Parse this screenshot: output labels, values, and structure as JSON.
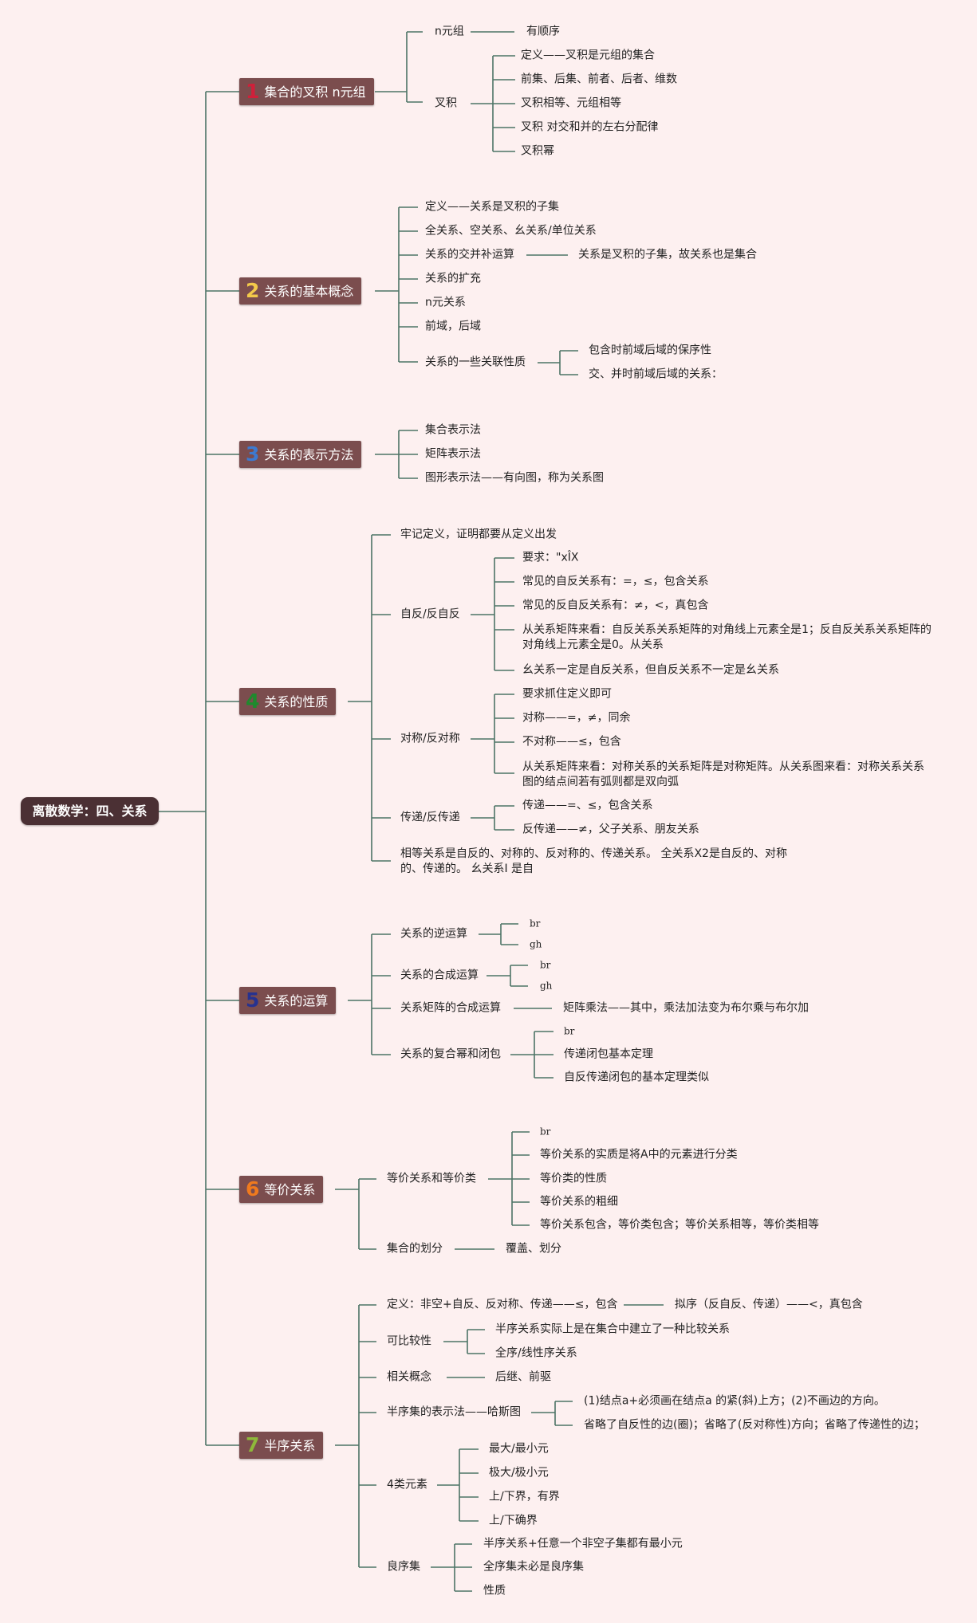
{
  "root": "离散数学：四、关系",
  "topics": [
    {
      "num": "1",
      "color": "#d0203a",
      "label": "集合的叉积 n元组"
    },
    {
      "num": "2",
      "color": "#f3c94a",
      "label": "关系的基本概念"
    },
    {
      "num": "3",
      "color": "#3d7ad1",
      "label": "关系的表示方法"
    },
    {
      "num": "4",
      "color": "#1e8a2d",
      "label": "关系的性质"
    },
    {
      "num": "5",
      "color": "#27328f",
      "label": "关系的运算"
    },
    {
      "num": "6",
      "color": "#f07a1e",
      "label": "等价关系"
    },
    {
      "num": "7",
      "color": "#8eb83a",
      "label": "半序关系"
    }
  ],
  "labels": {
    "l1": "n元组",
    "l2": "有顺序",
    "l3": "叉积",
    "l4": "定义——叉积是元组的集合",
    "l5": "前集、后集、前者、后者、维数",
    "l6": "叉积相等、元组相等",
    "l7": "叉积 对交和并的左右分配律",
    "l8": "叉积幂",
    "l9": "定义——关系是叉积的子集",
    "l10": "全关系、空关系、幺关系/单位关系",
    "l11": "关系的交并补运算",
    "l12": "关系是叉积的子集，故关系也是集合",
    "l13": "关系的扩充",
    "l14": "n元关系",
    "l15": "前域，后域",
    "l16": "关系的一些关联性质",
    "l17": "包含时前域后域的保序性",
    "l18": "交、并时前域后域的关系：",
    "l19": "集合表示法",
    "l20": "矩阵表示法",
    "l21": "图形表示法——有向图，称为关系图",
    "l22": "牢记定义，证明都要从定义出发",
    "l23": "自反/反自反",
    "l24": "要求：\"xÎX",
    "l25": "常见的自反关系有：=，≤，包含关系",
    "l26": "常见的反自反关系有：≠，<，真包含",
    "l27": "从关系矩阵来看：自反关系关系矩阵的对角线上元素全是1；反自反关系关系矩阵的对角线上元素全是0。从关系",
    "l28": "幺关系一定是自反关系，但自反关系不一定是幺关系",
    "l29": "对称/反对称",
    "l30": "要求抓住定义即可",
    "l31": "对称——=，≠，同余",
    "l32": "不对称——≤，包含",
    "l33": "从关系矩阵来看：对称关系的关系矩阵是对称矩阵。从关系图来看：对称关系关系图的结点间若有弧则都是双向弧",
    "l34": "传递/反传递",
    "l35": "传递——=、≤，包含关系",
    "l36": "反传递——≠，父子关系、朋友关系",
    "l37": "相等关系是自反的、对称的、反对称的、传递关系。 全关系X2是自反的、对称的、传递的。 幺关系I 是自",
    "l38": "关系的逆运算",
    "l39": "br",
    "l40": "gh",
    "l41": "关系的合成运算",
    "l42": "br",
    "l43": "gh",
    "l44": "关系矩阵的合成运算",
    "l45": "矩阵乘法——其中，乘法加法变为布尔乘与布尔加",
    "l46": "关系的复合幂和闭包",
    "l47": "br",
    "l48": "传递闭包基本定理",
    "l49": "自反传递闭包的基本定理类似",
    "l50": "等价关系和等价类",
    "l51": "br",
    "l52": "等价关系的实质是将A中的元素进行分类",
    "l53": "等价类的性质",
    "l54": "等价关系的粗细",
    "l55": "等价关系包含，等价类包含；等价关系相等，等价类相等",
    "l56": "集合的划分",
    "l57": "覆盖、划分",
    "l58": "定义：非空+自反、反对称、传递——≤，包含",
    "l59": "拟序（反自反、传递）——<，真包含",
    "l60": "可比较性",
    "l61": "半序关系实际上是在集合中建立了一种比较关系",
    "l62": "全序/线性序关系",
    "l63": "相关概念",
    "l64": "后继、前驱",
    "l65": "半序集的表示法——哈斯图",
    "l66": "(1)结点a+必须画在结点a 的紧(斜)上方；(2)不画边的方向。",
    "l67": "省略了自反性的边(圈)；省略了(反对称性)方向；省略了传递性的边；",
    "l68": "4类元素",
    "l69": "最大/最小元",
    "l70": "极大/极小元",
    "l71": "上/下界，有界",
    "l72": "上/下确界",
    "l73": "良序集",
    "l74": "半序关系+任意一个非空子集都有最小元",
    "l75": "全序集未必是良序集",
    "l76": "性质"
  }
}
